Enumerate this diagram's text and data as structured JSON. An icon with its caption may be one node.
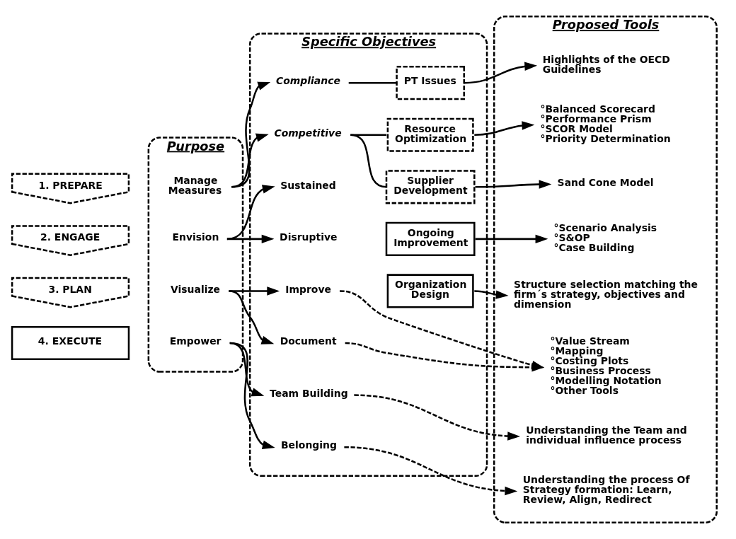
{
  "diagram": {
    "nodes": [
      {
        "text": [
          "Purpose"
        ]
      },
      {
        "text": [
          "Specific Objectives"
        ]
      },
      {
        "text": [
          "Proposed Tools"
        ]
      },
      {
        "text": [
          "1. PREPARE"
        ]
      },
      {
        "text": [
          "Visualize"
        ],
        "in": 0
      },
      {
        "text": [
          "Improve"
        ],
        "in": 1
      },
      {
        "text": [
          "Document"
        ],
        "in": 1
      },
      {
        "text": [
          "°Value Stream",
          "°Mapping",
          "°Costing Plots",
          "°Business Process",
          "°Modelling Notation",
          "°Other Tools"
        ],
        "in": 2
      },
      {
        "text": [
          "2. ENGAGE"
        ]
      },
      {
        "text": [
          "Empower"
        ],
        "in": 0
      },
      {
        "text": [
          "Belonging"
        ],
        "in": 1
      },
      {
        "text": [
          "Team Building"
        ],
        "in": 1
      },
      {
        "text": [
          "Understanding the process Of Strategy formation: Learn, Review, Align, Redirect"
        ],
        "in": 2
      },
      {
        "text": [
          "Understanding the Team and individual influence process"
        ],
        "in": 2
      },
      {
        "text": [
          "3. PLAN"
        ]
      },
      {
        "text": [
          "Manage Measures"
        ],
        "in": 0
      },
      {
        "text": [
          "Competitive"
        ],
        "in": 1
      },
      {
        "text": [
          "Compliance"
        ],
        "in": 1
      },
      {
        "text": [
          "Resource Optimization"
        ],
        "in": 1
      },
      {
        "text": [
          "Supplier Development"
        ],
        "in": 1
      },
      {
        "text": [
          "PT Issues"
        ],
        "in": 1
      },
      {
        "text": [
          "°Balanced Scorecard",
          "°Performance Prism",
          "°SCOR Model",
          "°Priority Determination"
        ],
        "in": 2
      },
      {
        "text": [
          "Sand Cone Model"
        ],
        "in": 2
      },
      {
        "text": [
          "Highlights of the OECD Guidelines"
        ],
        "in": 2
      },
      {
        "text": [
          "4. EXECUTE"
        ]
      },
      {
        "text": [
          "Envision"
        ],
        "in": 0
      },
      {
        "text": [
          "Disruptive"
        ],
        "in": 1
      },
      {
        "text": [
          "Sustained"
        ],
        "in": 1
      },
      {
        "text": [
          "Organization Design"
        ],
        "in": 1
      },
      {
        "text": [
          "Ongoing Improvement"
        ],
        "in": 1
      },
      {
        "text": [
          "Structure selection matching the firm´s strategy, objectives and dimension"
        ],
        "in": 2
      },
      {
        "text": [
          "°Scenario Analysis",
          "°S&OP",
          "°Case Building"
        ],
        "in": 2
      }
    ],
    "edges": [
      {
        "from": 4,
        "to": 5,
        "arrow": "to"
      },
      {
        "from": 4,
        "to": 6,
        "arrow": "to"
      },
      {
        "from": 5,
        "to": 7,
        "arrow": "to",
        "style": "dashed"
      },
      {
        "from": 6,
        "to": 7,
        "arrow": "to",
        "style": "dashed"
      },
      {
        "from": 9,
        "to": 10,
        "arrow": "to"
      },
      {
        "from": 9,
        "to": 11,
        "arrow": "to"
      },
      {
        "from": 10,
        "to": 12,
        "arrow": "to",
        "style": "dashed"
      },
      {
        "from": 11,
        "to": 13,
        "arrow": "to",
        "style": "dashed"
      },
      {
        "from": 15,
        "to": 16,
        "arrow": "to"
      },
      {
        "from": 15,
        "to": 17,
        "arrow": "to"
      },
      {
        "from": 16,
        "to": 18,
        "arrow": "none"
      },
      {
        "from": 16,
        "to": 19,
        "arrow": "none"
      },
      {
        "from": 17,
        "to": 20,
        "arrow": "none"
      },
      {
        "from": 18,
        "to": 21,
        "arrow": "to"
      },
      {
        "from": 19,
        "to": 22,
        "arrow": "to"
      },
      {
        "from": 20,
        "to": 23,
        "arrow": "to"
      },
      {
        "from": 25,
        "to": 26,
        "arrow": "to"
      },
      {
        "from": 25,
        "to": 27,
        "arrow": "to"
      },
      {
        "from": 28,
        "to": 30,
        "arrow": "to"
      },
      {
        "from": 29,
        "to": 31,
        "arrow": "to"
      }
    ]
  }
}
